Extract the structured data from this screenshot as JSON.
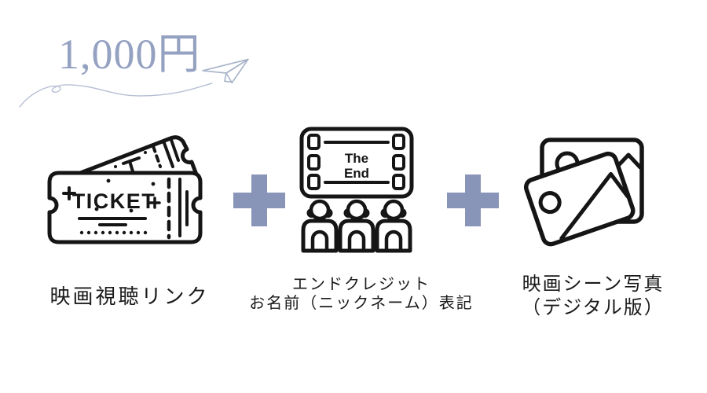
{
  "header": {
    "price": "1,000円",
    "price_color": "#94a1c1",
    "swoosh_color": "#b7c0d3",
    "airplane_color": "#a9b4c9"
  },
  "plus_sign": "+",
  "plus_color": "#8994b9",
  "icon_ink_color": "#151515",
  "items": [
    {
      "icon": "movie-ticket-icon",
      "icon_text": "TICKET",
      "label_lines": [
        "映画視聴リンク"
      ]
    },
    {
      "icon": "end-credits-screen-icon",
      "icon_text_lines": [
        "The",
        "End"
      ],
      "label_lines": [
        "エンドクレジット",
        "お名前（ニックネーム）表記"
      ]
    },
    {
      "icon": "movie-scene-photos-icon",
      "label_lines": [
        "映画シーン写真",
        "（デジタル版）"
      ]
    }
  ]
}
